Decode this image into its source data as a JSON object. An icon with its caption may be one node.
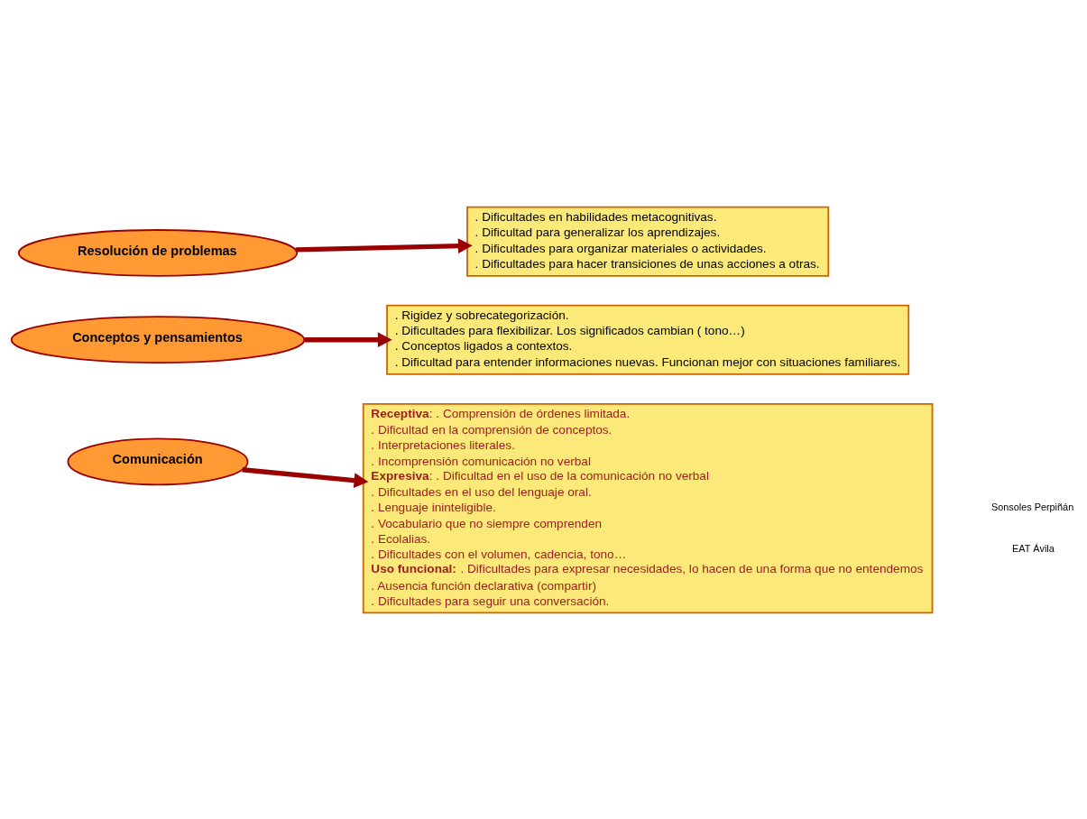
{
  "diagram": {
    "nodes": [
      {
        "text": [
          "Resolución de problemas"
        ]
      },
      {
        "text": [
          ". Dificultades en habilidades metacognitivas.",
          ". Dificultad para generalizar los aprendizajes.",
          ". Dificultades para organizar materiales o actividades.",
          ". Dificultades para hacer transiciones de unas acciones a otras."
        ]
      },
      {
        "text": [
          "Conceptos y pensamientos"
        ]
      },
      {
        "text": [
          ". Rigidez y sobrecategorización.",
          ". Dificultades para flexibilizar. Los significados cambian ( tono…)",
          ". Conceptos ligados a contextos.",
          ". Dificultad para entender informaciones nuevas. Funcionan mejor con situaciones familiares."
        ]
      },
      {
        "text": [
          "Comunicación"
        ]
      },
      {
        "text": [
          "**Receptiva**: . Comprensión de órdenes limitada.",
          ". Dificultad en la comprensión de conceptos.",
          ". Interpretaciones literales.",
          ". Incomprensión comunicación no verbal",
          "**Expresiva**: . Dificultad en el uso de la comunicación no verbal",
          ". Dificultades en el uso del lenguaje oral.",
          ". Lenguaje ininteligible.",
          ". Vocabulario que no siempre comprenden",
          ". Ecolalias.",
          ". Dificultades con el volumen, cadencia, tono…",
          "**Uso funcional:** . Dificultades para expresar necesidades, lo hacen de una forma que no entendemos",
          ". Ausencia función declarativa (compartir)",
          ". Dificultades para seguir una conversación."
        ]
      }
    ],
    "edges": [
      {
        "from": 0,
        "to": 1,
        "arrow": "to"
      },
      {
        "from": 2,
        "to": 3,
        "arrow": "to"
      },
      {
        "from": 4,
        "to": 5,
        "arrow": "to"
      }
    ],
    "labels": [
      "Sonsoles Perpiñán",
      "EAT Ávila"
    ]
  }
}
